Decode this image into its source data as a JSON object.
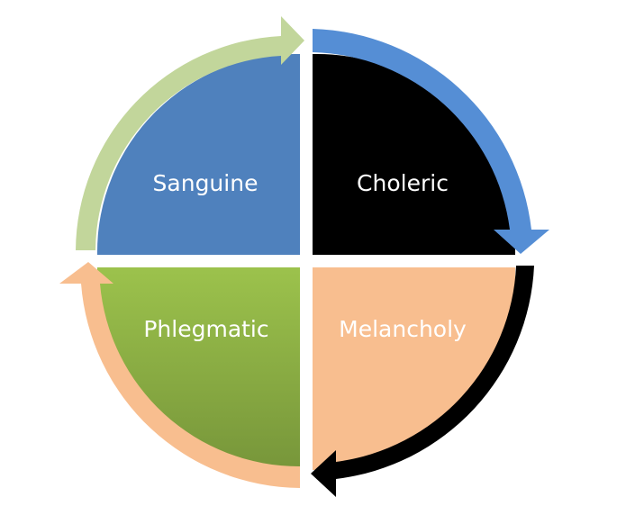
{
  "diagram": {
    "quadrants": [
      {
        "key": "sanguine",
        "label": "Sanguine",
        "fill": "#4F81BD"
      },
      {
        "key": "choleric",
        "label": "Choleric",
        "fill": "#000000"
      },
      {
        "key": "melancholy",
        "label": "Melancholy",
        "fill": "#F8BE8F"
      },
      {
        "key": "phlegmatic",
        "label": "Phlegmatic",
        "fill": "#8DB446"
      }
    ],
    "arrows": [
      {
        "key": "sanguine-to-choleric",
        "color": "#C2D69B"
      },
      {
        "key": "choleric-to-melancholy",
        "color": "#558ED5"
      },
      {
        "key": "melancholy-to-phlegmatic",
        "color": "#000000"
      },
      {
        "key": "phlegmatic-to-sanguine",
        "color": "#F8BE8F"
      }
    ]
  }
}
